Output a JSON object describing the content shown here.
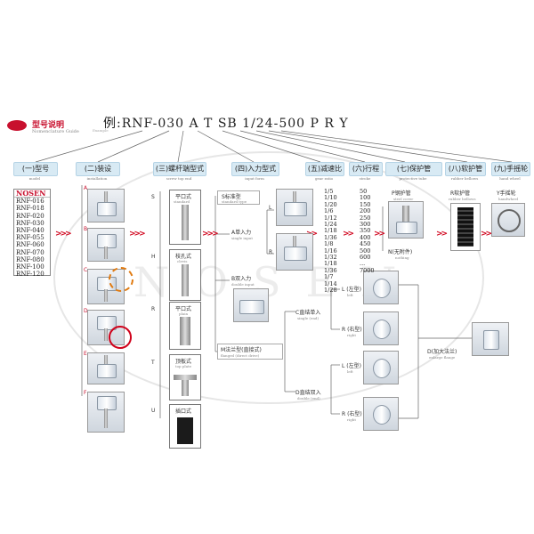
{
  "logo": {
    "title": "型号说明",
    "subtitle": "Nomenclature Guide"
  },
  "model_code": {
    "text": "例:RNF-030 A T SB 1/24-500 P R Y",
    "example_label": "Example"
  },
  "sections": [
    {
      "id": "model",
      "title": "(一)型号",
      "sub": "model"
    },
    {
      "id": "installation",
      "title": "(二)装设",
      "sub": "installation"
    },
    {
      "id": "screw",
      "title": "(三)螺杆端型式",
      "sub": "screw top end"
    },
    {
      "id": "input",
      "title": "(四)入力型式",
      "sub": "input form"
    },
    {
      "id": "gear",
      "title": "(五)减速比",
      "sub": "gear ratio"
    },
    {
      "id": "stroke",
      "title": "(六)行程",
      "sub": "stroke"
    },
    {
      "id": "protective",
      "title": "(七)保护管",
      "sub": "protective tube"
    },
    {
      "id": "bellows",
      "title": "(八)软护管",
      "sub": "rubber bellows"
    },
    {
      "id": "handwheel",
      "title": "(九)手摇轮",
      "sub": "hand wheel"
    }
  ],
  "models": {
    "brand": "NOSEN",
    "items": [
      "RNF-016",
      "RNF-018",
      "RNF-020",
      "RNF-030",
      "RNF-040",
      "RNF-055",
      "RNF-060",
      "RNF-070",
      "RNF-080",
      "RNF-100",
      "RNF-120"
    ]
  },
  "installation": [
    "A",
    "B",
    "C",
    "D",
    "E",
    "F"
  ],
  "screw_ends": [
    {
      "code": "S",
      "name": "平口式",
      "sub": "standard"
    },
    {
      "code": "H",
      "name": "枝孔式",
      "sub": "clevis"
    },
    {
      "code": "R",
      "name": "平口式",
      "sub": "plain"
    },
    {
      "code": "T",
      "name": "顶板式",
      "sub": "top plate"
    },
    {
      "code": "U",
      "name": "插口式",
      "sub": ""
    }
  ],
  "input": {
    "s_standard": "S标准型",
    "s_sub": "standard type",
    "a_single": "A单入力",
    "a_sub": "single input",
    "b_double": "B双入力",
    "b_sub": "double input",
    "m_flange": "M法兰型(直接式)",
    "m_sub": "flanged (direct drive)",
    "c_single": "C直结单入",
    "c_sub": "single (end)",
    "d_double": "D直结双入",
    "d_sub": "double (end)",
    "l_left": "L (左型)",
    "l_sub": "left",
    "r_right": "R (右型)",
    "r_sub": "right",
    "d_enlarge": "D(加大法兰)",
    "d_enlarge_sub": "enlarge flange",
    "L": "L",
    "R": "R"
  },
  "gear_ratio": [
    "1/5",
    "1/10",
    "1/20",
    "1/6",
    "1/12",
    "1/24",
    "1/18",
    "1/36",
    "1/8",
    "1/16",
    "1/32",
    "1/18",
    "1/36",
    "1/7",
    "1/14",
    "1/28"
  ],
  "stroke": [
    "50",
    "100",
    "150",
    "200",
    "250",
    "300",
    "350",
    "400",
    "450",
    "500",
    "600",
    "...",
    "7000"
  ],
  "protective": {
    "p": "P钢护管",
    "p_sub": "steel cover",
    "n": "N(无附件)",
    "n_sub": "nothing"
  },
  "bellows": {
    "r": "R软护管",
    "r_sub": "rubber bellows"
  },
  "handwheel": {
    "y": "Y手摇轮",
    "y_sub": "handwheel"
  },
  "watermark": "NOSEN"
}
